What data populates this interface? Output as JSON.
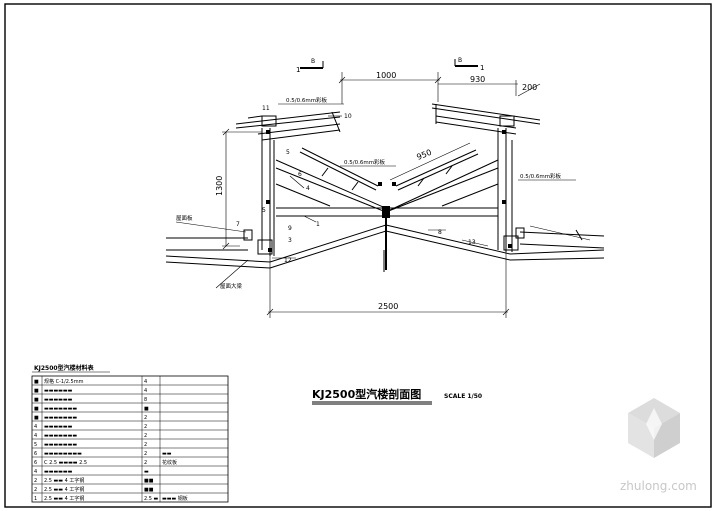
{
  "drawing": {
    "title": "KJ2500型汽楼剖面图",
    "scale": "SCALE 1/50",
    "dimensions": {
      "d1000": "1000",
      "d930": "930",
      "d200": "200",
      "d1300": "1300",
      "d950": "950",
      "d2500": "2500"
    },
    "section_marks": {
      "left_number": "1",
      "left_letter": "B",
      "right_letter": "B",
      "right_number": "1"
    },
    "labels": {
      "sheet_top_left": "0.5/0.6mm彩板",
      "sheet_mid": "0.5/0.6mm彩板",
      "sheet_right": "0.5/0.6mm彩板",
      "left_flashing": "屋面板",
      "left_purlin": "屋面大梁"
    },
    "callouts": [
      "11",
      "10",
      "5",
      "4",
      "6",
      "7",
      "9",
      "1",
      "3",
      "12",
      "5",
      "8",
      "13"
    ]
  },
  "material_table": {
    "title": "KJ2500型汽楼材料表",
    "rows": [
      {
        "no": "■",
        "spec": "规格 C-1/2.5mm",
        "qty": "4",
        "note": ""
      },
      {
        "no": "■",
        "spec": "▬▬▬▬▬▬",
        "qty": "4",
        "note": ""
      },
      {
        "no": "■",
        "spec": "▬▬▬▬▬▬",
        "qty": "8",
        "note": ""
      },
      {
        "no": "■",
        "spec": "▬▬▬▬▬▬▬",
        "qty": "■",
        "note": ""
      },
      {
        "no": "■",
        "spec": "▬▬▬▬▬▬▬",
        "qty": "2",
        "note": ""
      },
      {
        "no": "4",
        "spec": "▬▬▬▬▬▬",
        "qty": "2",
        "note": ""
      },
      {
        "no": "4",
        "spec": "▬▬▬▬▬▬▬",
        "qty": "2",
        "note": ""
      },
      {
        "no": "5",
        "spec": "▬▬▬▬▬▬▬",
        "qty": "2",
        "note": ""
      },
      {
        "no": "6",
        "spec": "▬▬▬▬▬▬▬▬",
        "qty": "2",
        "note": "▬▬"
      },
      {
        "no": "6",
        "spec": "C 2.5 ▬▬▬▬ 2.5",
        "qty": "2",
        "note": "花纹板"
      },
      {
        "no": "4",
        "spec": "▬▬▬▬▬▬",
        "qty": "▬",
        "note": ""
      },
      {
        "no": "2",
        "spec": "2.5 ▬▬ 4 工字钢",
        "qty": "■■",
        "note": ""
      },
      {
        "no": "2",
        "spec": "2.5 ▬▬ 4 工字钢",
        "qty": "■■",
        "note": ""
      },
      {
        "no": "1",
        "spec": "2.5 ▬▬ 4 工字钢",
        "qty": "2.5 ▬",
        "note": "▬▬▬ 钢板"
      }
    ]
  },
  "watermark": {
    "text": "zhulong.com"
  }
}
